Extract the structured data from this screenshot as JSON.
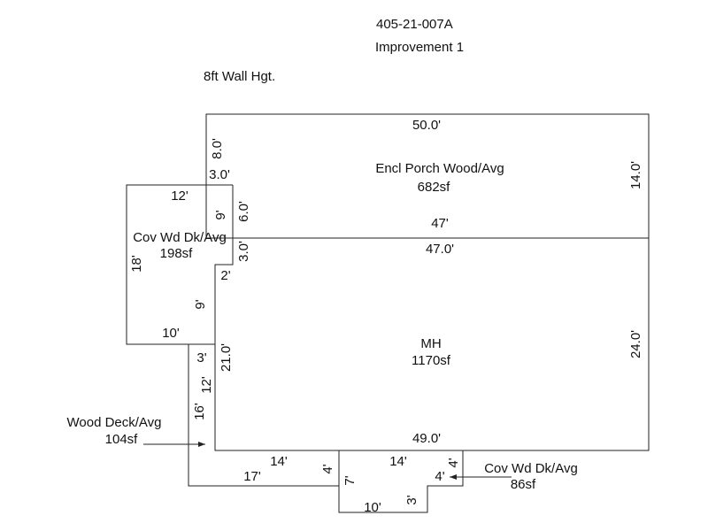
{
  "header": {
    "parcel_id": "405-21-007A",
    "improvement": "Improvement 1",
    "wall_height": "8ft Wall Hgt."
  },
  "areas": {
    "encl_porch": {
      "name": "Encl Porch Wood/Avg",
      "area": "682sf"
    },
    "cov_deck_left": {
      "name": "Cov Wd Dk/Avg",
      "area": "198sf"
    },
    "mh": {
      "name": "MH",
      "area": "1170sf"
    },
    "wood_deck": {
      "name": "Wood Deck/Avg",
      "area": "104sf"
    },
    "cov_deck_bottom": {
      "name": "Cov Wd Dk/Avg",
      "area": "86sf"
    }
  },
  "dimensions": {
    "porch_top": "50.0'",
    "porch_right": "14.0'",
    "porch_left_upper": "8.0'",
    "porch_step": "3.0'",
    "porch_left_lower": "6.0'",
    "porch_bottom": "47'",
    "mh_top": "47.0'",
    "mh_left_upper": "3.0'",
    "mh_step": "2'",
    "mh_left": "21.0'",
    "mh_right": "24.0'",
    "mh_bottom": "49.0'",
    "cov_left_top": "12'",
    "cov_left_right": "9'",
    "cov_left_left": "18'",
    "cov_left_inner": "9'",
    "cov_left_bottom": "10'",
    "wood_deck_top": "3'",
    "wood_deck_inner": "12'",
    "wood_deck_left": "16'",
    "wood_deck_right_bottom": "14'",
    "wood_deck_bottom": "17'",
    "wood_deck_end": "4'",
    "cov_bot_top": "14'",
    "cov_bot_right": "4'",
    "cov_bot_inner": "4'",
    "cov_bot_left": "7'",
    "cov_bot_step": "3'",
    "cov_bot_bottom": "10'"
  }
}
